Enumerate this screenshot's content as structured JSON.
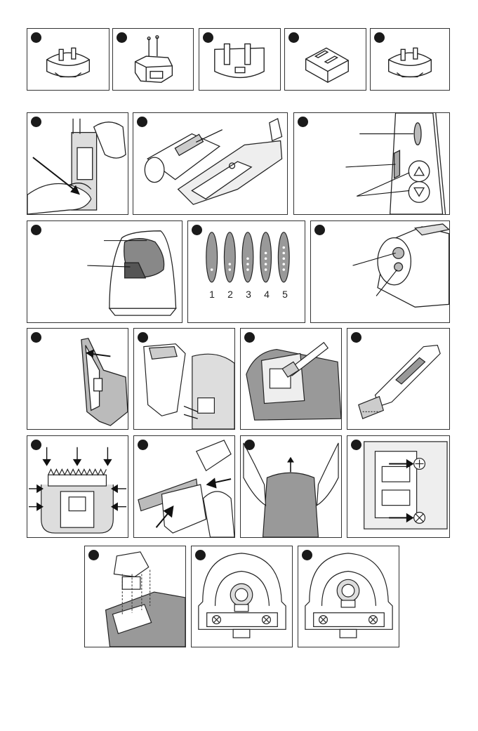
{
  "battery_levels": {
    "labels": [
      "1",
      "2",
      "3",
      "4",
      "5"
    ]
  }
}
